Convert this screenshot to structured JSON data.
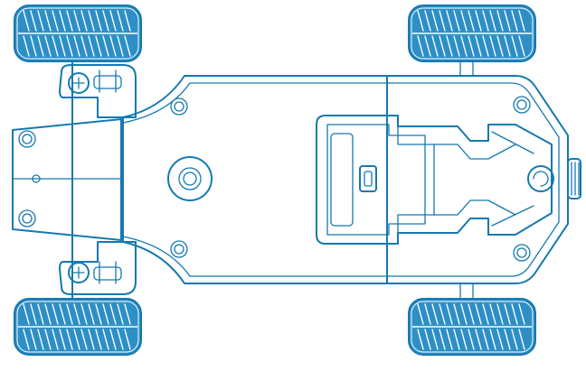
{
  "drawing": {
    "subject": "rc-car-chassis-top-view",
    "colors": {
      "line": "#1479b0",
      "tire": "#2e8fc7",
      "background": "#ffffff"
    },
    "wheels": [
      "front-left",
      "front-right",
      "rear-left",
      "rear-right"
    ],
    "icons": [
      "wheel-icon",
      "screw-icon",
      "knob-icon",
      "switch-icon",
      "connector-icon"
    ]
  }
}
